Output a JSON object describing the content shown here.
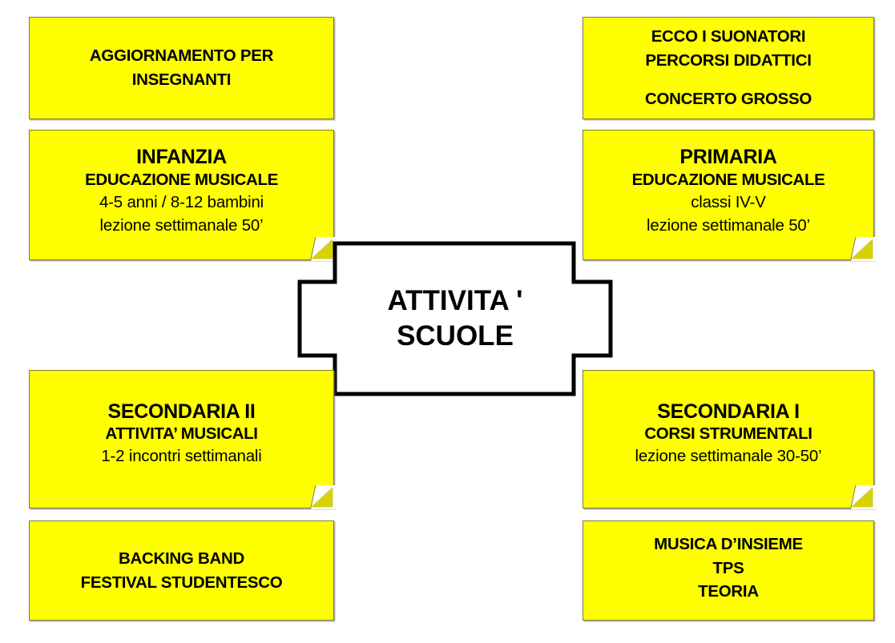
{
  "diagram": {
    "title": "ATTIVITA' SCUOLE",
    "accent_color": "#ffff00",
    "border_color": "#807d2e",
    "fold_color": "#d8d300",
    "text_color": "#000000",
    "background_color": "#ffffff"
  },
  "center": {
    "line1": "ATTIVITA '",
    "line2": "SCUOLE"
  },
  "boxes": {
    "aggiornamento": {
      "line1": "AGGIORNAMENTO PER",
      "line2": "INSEGNANTI"
    },
    "ecco": {
      "line1": "ECCO  I SUONATORI",
      "line2": "PERCORSI DIDATTICI",
      "line3": "CONCERTO GROSSO"
    },
    "infanzia": {
      "heading": "INFANZIA",
      "subheading": "EDUCAZIONE MUSICALE",
      "detail1": "4-5 anni / 8-12 bambini",
      "detail2": "lezione settimanale 50’"
    },
    "primaria": {
      "heading": "PRIMARIA",
      "subheading": "EDUCAZIONE MUSICALE",
      "detail1": "classi IV-V",
      "detail2": "lezione settimanale 50’"
    },
    "secondaria_ii": {
      "heading": "SECONDARIA II",
      "subheading": "ATTIVITA’ MUSICALI",
      "detail1": "1-2 incontri settimanali"
    },
    "secondaria_i": {
      "heading": "SECONDARIA I",
      "subheading": "CORSI STRUMENTALI",
      "detail1": "lezione settimanale 30-50’"
    },
    "backing": {
      "line1": "BACKING BAND",
      "line2": "FESTIVAL  STUDENTESCO"
    },
    "musica": {
      "line1": "MUSICA D’INSIEME",
      "line2": "TPS",
      "line3": "TEORIA"
    }
  }
}
